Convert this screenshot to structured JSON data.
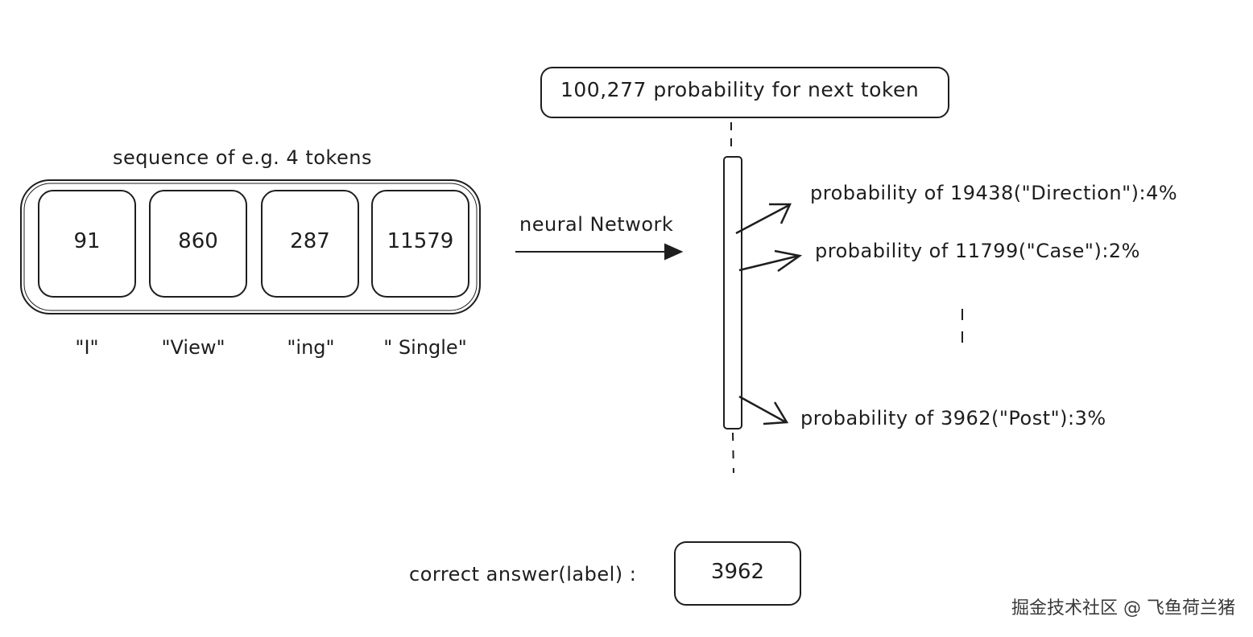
{
  "sequence": {
    "title": "sequence of e.g. 4 tokens",
    "tokens": [
      {
        "id": "91",
        "text": "\"I\""
      },
      {
        "id": "860",
        "text": "\"View\""
      },
      {
        "id": "287",
        "text": "\"ing\""
      },
      {
        "id": "11579",
        "text": "\" Single\""
      }
    ]
  },
  "network": {
    "label": "neural Network"
  },
  "output": {
    "header": "100,277 probability for next token",
    "probabilities": [
      "probability of 19438(\"Direction\"):4%",
      "probability of 11799(\"Case\"):2%",
      "probability of 3962(\"Post\"):3%"
    ]
  },
  "answer": {
    "label": "correct answer(label) :",
    "value": "3962"
  },
  "watermark": "掘金技术社区 @ 飞鱼荷兰猪",
  "colors": {
    "stroke": "#1e1e1e",
    "background": "#ffffff"
  }
}
